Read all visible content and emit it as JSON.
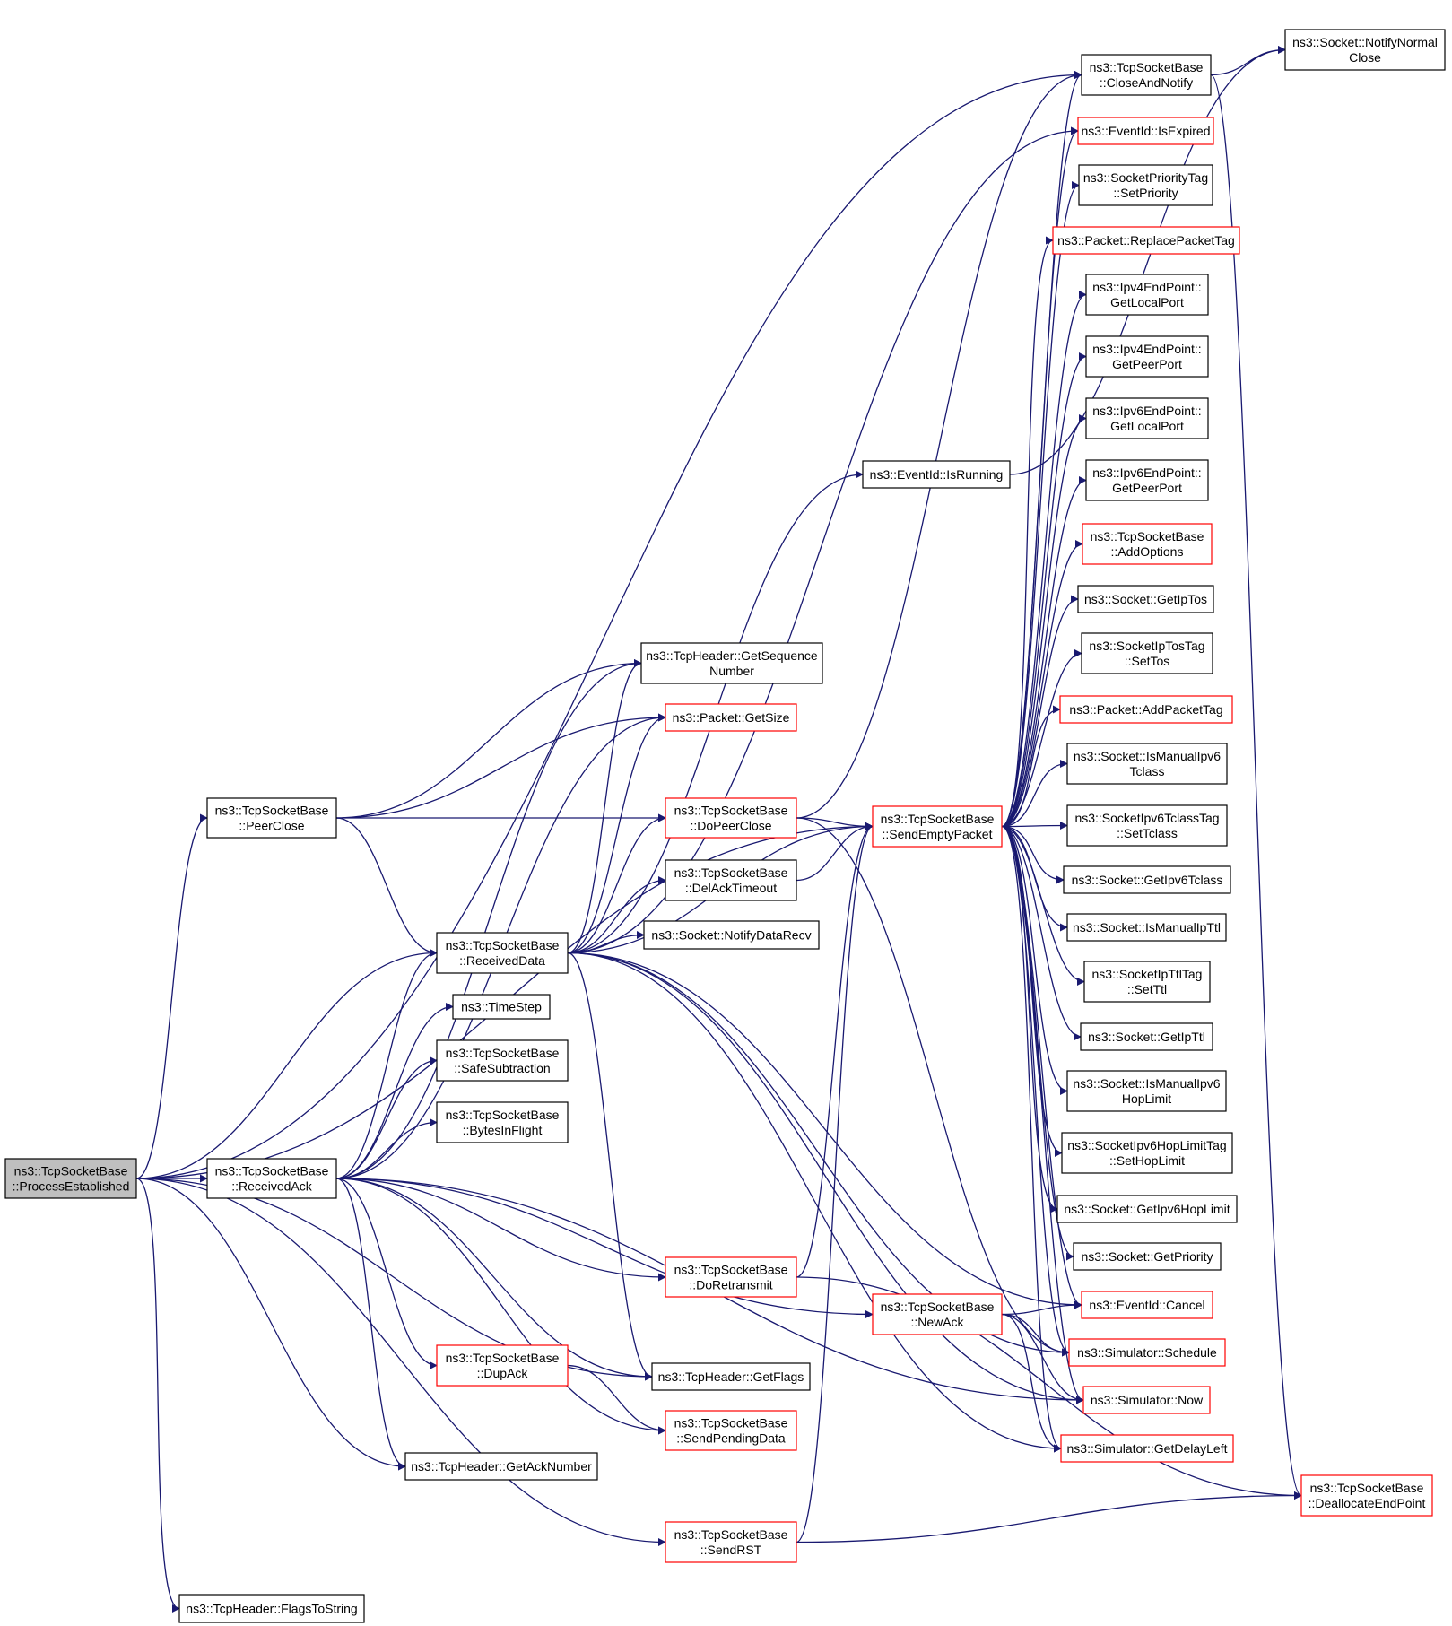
{
  "graph": {
    "colors": {
      "edge": "#191970",
      "node_border": "#000000",
      "node_border_truncated": "#ff0000",
      "root_fill": "#bfbfbf",
      "node_fill": "#ffffff"
    },
    "nodes": {
      "processEstablished": {
        "line1": "ns3::TcpSocketBase",
        "line2": "::ProcessEstablished",
        "style": "root"
      },
      "peerClose": {
        "line1": "ns3::TcpSocketBase",
        "line2": "::PeerClose",
        "style": "normal"
      },
      "receivedAck": {
        "line1": "ns3::TcpSocketBase",
        "line2": "::ReceivedAck",
        "style": "normal"
      },
      "flagsToString": {
        "line1": "ns3::TcpHeader::FlagsToString",
        "style": "normal"
      },
      "receivedData": {
        "line1": "ns3::TcpSocketBase",
        "line2": "::ReceivedData",
        "style": "normal"
      },
      "timeStep": {
        "line1": "ns3::TimeStep",
        "style": "normal"
      },
      "safeSubtraction": {
        "line1": "ns3::TcpSocketBase",
        "line2": "::SafeSubtraction",
        "style": "normal"
      },
      "bytesInFlight": {
        "line1": "ns3::TcpSocketBase",
        "line2": "::BytesInFlight",
        "style": "normal"
      },
      "dupAck": {
        "line1": "ns3::TcpSocketBase",
        "line2": "::DupAck",
        "style": "truncated"
      },
      "getAckNumber": {
        "line1": "ns3::TcpHeader::GetAckNumber",
        "style": "normal"
      },
      "getSequenceNumber": {
        "line1": "ns3::TcpHeader::GetSequence",
        "line2": "Number",
        "style": "normal"
      },
      "getSize": {
        "line1": "ns3::Packet::GetSize",
        "style": "truncated"
      },
      "doPeerClose": {
        "line1": "ns3::TcpSocketBase",
        "line2": "::DoPeerClose",
        "style": "truncated"
      },
      "delAckTimeout": {
        "line1": "ns3::TcpSocketBase",
        "line2": "::DelAckTimeout",
        "style": "normal"
      },
      "notifyDataRecv": {
        "line1": "ns3::Socket::NotifyDataRecv",
        "style": "normal"
      },
      "isRunning": {
        "line1": "ns3::EventId::IsRunning",
        "style": "normal"
      },
      "getFlags": {
        "line1": "ns3::TcpHeader::GetFlags",
        "style": "normal"
      },
      "doRetransmit": {
        "line1": "ns3::TcpSocketBase",
        "line2": "::DoRetransmit",
        "style": "truncated"
      },
      "sendPendingData": {
        "line1": "ns3::TcpSocketBase",
        "line2": "::SendPendingData",
        "style": "truncated"
      },
      "sendRST": {
        "line1": "ns3::TcpSocketBase",
        "line2": "::SendRST",
        "style": "truncated"
      },
      "sendEmptyPacket": {
        "line1": "ns3::TcpSocketBase",
        "line2": "::SendEmptyPacket",
        "style": "truncated"
      },
      "newAck": {
        "line1": "ns3::TcpSocketBase",
        "line2": "::NewAck",
        "style": "truncated"
      },
      "closeAndNotify": {
        "line1": "ns3::TcpSocketBase",
        "line2": "::CloseAndNotify",
        "style": "normal"
      },
      "isExpired": {
        "line1": "ns3::EventId::IsExpired",
        "style": "truncated"
      },
      "setPriority": {
        "line1": "ns3::SocketPriorityTag",
        "line2": "::SetPriority",
        "style": "normal"
      },
      "replacePacketTag": {
        "line1": "ns3::Packet::ReplacePacketTag",
        "style": "truncated"
      },
      "ipv4GetLocalPort": {
        "line1": "ns3::Ipv4EndPoint::",
        "line2": "GetLocalPort",
        "style": "normal"
      },
      "ipv4GetPeerPort": {
        "line1": "ns3::Ipv4EndPoint::",
        "line2": "GetPeerPort",
        "style": "normal"
      },
      "ipv6GetLocalPort": {
        "line1": "ns3::Ipv6EndPoint::",
        "line2": "GetLocalPort",
        "style": "normal"
      },
      "ipv6GetPeerPort": {
        "line1": "ns3::Ipv6EndPoint::",
        "line2": "GetPeerPort",
        "style": "normal"
      },
      "addOptions": {
        "line1": "ns3::TcpSocketBase",
        "line2": "::AddOptions",
        "style": "truncated"
      },
      "getIpTos": {
        "line1": "ns3::Socket::GetIpTos",
        "style": "normal"
      },
      "setTos": {
        "line1": "ns3::SocketIpTosTag",
        "line2": "::SetTos",
        "style": "normal"
      },
      "addPacketTag": {
        "line1": "ns3::Packet::AddPacketTag",
        "style": "truncated"
      },
      "isManualIpv6Tclass": {
        "line1": "ns3::Socket::IsManualIpv6",
        "line2": "Tclass",
        "style": "normal"
      },
      "setTclass": {
        "line1": "ns3::SocketIpv6TclassTag",
        "line2": "::SetTclass",
        "style": "normal"
      },
      "getIpv6Tclass": {
        "line1": "ns3::Socket::GetIpv6Tclass",
        "style": "normal"
      },
      "isManualIpTtl": {
        "line1": "ns3::Socket::IsManualIpTtl",
        "style": "normal"
      },
      "setTtl": {
        "line1": "ns3::SocketIpTtlTag",
        "line2": "::SetTtl",
        "style": "normal"
      },
      "getIpTtl": {
        "line1": "ns3::Socket::GetIpTtl",
        "style": "normal"
      },
      "isManualIpv6HopLimit": {
        "line1": "ns3::Socket::IsManualIpv6",
        "line2": "HopLimit",
        "style": "normal"
      },
      "setHopLimit": {
        "line1": "ns3::SocketIpv6HopLimitTag",
        "line2": "::SetHopLimit",
        "style": "normal"
      },
      "getIpv6HopLimit": {
        "line1": "ns3::Socket::GetIpv6HopLimit",
        "style": "normal"
      },
      "getPriority": {
        "line1": "ns3::Socket::GetPriority",
        "style": "normal"
      },
      "cancel": {
        "line1": "ns3::EventId::Cancel",
        "style": "truncated"
      },
      "schedule": {
        "line1": "ns3::Simulator::Schedule",
        "style": "truncated"
      },
      "now": {
        "line1": "ns3::Simulator::Now",
        "style": "truncated"
      },
      "getDelayLeft": {
        "line1": "ns3::Simulator::GetDelayLeft",
        "style": "truncated"
      },
      "notifyNormalClose": {
        "line1": "ns3::Socket::NotifyNormal",
        "line2": "Close",
        "style": "normal"
      },
      "deallocateEndPoint": {
        "line1": "ns3::TcpSocketBase",
        "line2": "::DeallocateEndPoint",
        "style": "truncated"
      }
    },
    "edges": [
      [
        "processEstablished",
        "closeAndNotify"
      ],
      [
        "processEstablished",
        "sendEmptyPacket"
      ],
      [
        "processEstablished",
        "peerClose"
      ],
      [
        "processEstablished",
        "receivedData"
      ],
      [
        "processEstablished",
        "receivedAck"
      ],
      [
        "processEstablished",
        "getFlags"
      ],
      [
        "processEstablished",
        "getAckNumber"
      ],
      [
        "processEstablished",
        "sendRST"
      ],
      [
        "processEstablished",
        "flagsToString"
      ],
      [
        "peerClose",
        "getSequenceNumber"
      ],
      [
        "peerClose",
        "getSize"
      ],
      [
        "peerClose",
        "doPeerClose"
      ],
      [
        "peerClose",
        "receivedData"
      ],
      [
        "receivedAck",
        "getSequenceNumber"
      ],
      [
        "receivedAck",
        "getSize"
      ],
      [
        "receivedAck",
        "receivedData"
      ],
      [
        "receivedAck",
        "timeStep"
      ],
      [
        "receivedAck",
        "safeSubtraction"
      ],
      [
        "receivedAck",
        "bytesInFlight"
      ],
      [
        "receivedAck",
        "dupAck"
      ],
      [
        "receivedAck",
        "getAckNumber"
      ],
      [
        "receivedAck",
        "getFlags"
      ],
      [
        "receivedAck",
        "sendPendingData"
      ],
      [
        "receivedAck",
        "doRetransmit"
      ],
      [
        "receivedAck",
        "newAck"
      ],
      [
        "receivedAck",
        "now"
      ],
      [
        "receivedData",
        "isRunning"
      ],
      [
        "receivedData",
        "getSequenceNumber"
      ],
      [
        "receivedData",
        "getSize"
      ],
      [
        "receivedData",
        "doPeerClose"
      ],
      [
        "receivedData",
        "delAckTimeout"
      ],
      [
        "receivedData",
        "notifyDataRecv"
      ],
      [
        "receivedData",
        "sendEmptyPacket"
      ],
      [
        "receivedData",
        "getFlags"
      ],
      [
        "receivedData",
        "cancel"
      ],
      [
        "receivedData",
        "schedule"
      ],
      [
        "receivedData",
        "now"
      ],
      [
        "receivedData",
        "getDelayLeft"
      ],
      [
        "receivedData",
        "isExpired"
      ],
      [
        "doPeerClose",
        "sendEmptyPacket"
      ],
      [
        "doPeerClose",
        "closeAndNotify"
      ],
      [
        "doPeerClose",
        "schedule"
      ],
      [
        "delAckTimeout",
        "sendEmptyPacket"
      ],
      [
        "isRunning",
        "notifyNormalClose"
      ],
      [
        "doRetransmit",
        "sendEmptyPacket"
      ],
      [
        "doRetransmit",
        "deallocateEndPoint"
      ],
      [
        "dupAck",
        "sendPendingData"
      ],
      [
        "sendRST",
        "sendEmptyPacket"
      ],
      [
        "sendRST",
        "deallocateEndPoint"
      ],
      [
        "newAck",
        "cancel"
      ],
      [
        "newAck",
        "schedule"
      ],
      [
        "newAck",
        "now"
      ],
      [
        "newAck",
        "getDelayLeft"
      ],
      [
        "closeAndNotify",
        "notifyNormalClose"
      ],
      [
        "closeAndNotify",
        "deallocateEndPoint"
      ],
      [
        "sendEmptyPacket",
        "closeAndNotify"
      ],
      [
        "sendEmptyPacket",
        "isExpired"
      ],
      [
        "sendEmptyPacket",
        "setPriority"
      ],
      [
        "sendEmptyPacket",
        "replacePacketTag"
      ],
      [
        "sendEmptyPacket",
        "ipv4GetLocalPort"
      ],
      [
        "sendEmptyPacket",
        "ipv4GetPeerPort"
      ],
      [
        "sendEmptyPacket",
        "ipv6GetLocalPort"
      ],
      [
        "sendEmptyPacket",
        "ipv6GetPeerPort"
      ],
      [
        "sendEmptyPacket",
        "addOptions"
      ],
      [
        "sendEmptyPacket",
        "getIpTos"
      ],
      [
        "sendEmptyPacket",
        "setTos"
      ],
      [
        "sendEmptyPacket",
        "addPacketTag"
      ],
      [
        "sendEmptyPacket",
        "isManualIpv6Tclass"
      ],
      [
        "sendEmptyPacket",
        "setTclass"
      ],
      [
        "sendEmptyPacket",
        "getIpv6Tclass"
      ],
      [
        "sendEmptyPacket",
        "isManualIpTtl"
      ],
      [
        "sendEmptyPacket",
        "setTtl"
      ],
      [
        "sendEmptyPacket",
        "getIpTtl"
      ],
      [
        "sendEmptyPacket",
        "isManualIpv6HopLimit"
      ],
      [
        "sendEmptyPacket",
        "setHopLimit"
      ],
      [
        "sendEmptyPacket",
        "getIpv6HopLimit"
      ],
      [
        "sendEmptyPacket",
        "getPriority"
      ],
      [
        "sendEmptyPacket",
        "cancel"
      ],
      [
        "sendEmptyPacket",
        "schedule"
      ],
      [
        "sendEmptyPacket",
        "now"
      ],
      [
        "sendEmptyPacket",
        "getDelayLeft"
      ]
    ]
  }
}
